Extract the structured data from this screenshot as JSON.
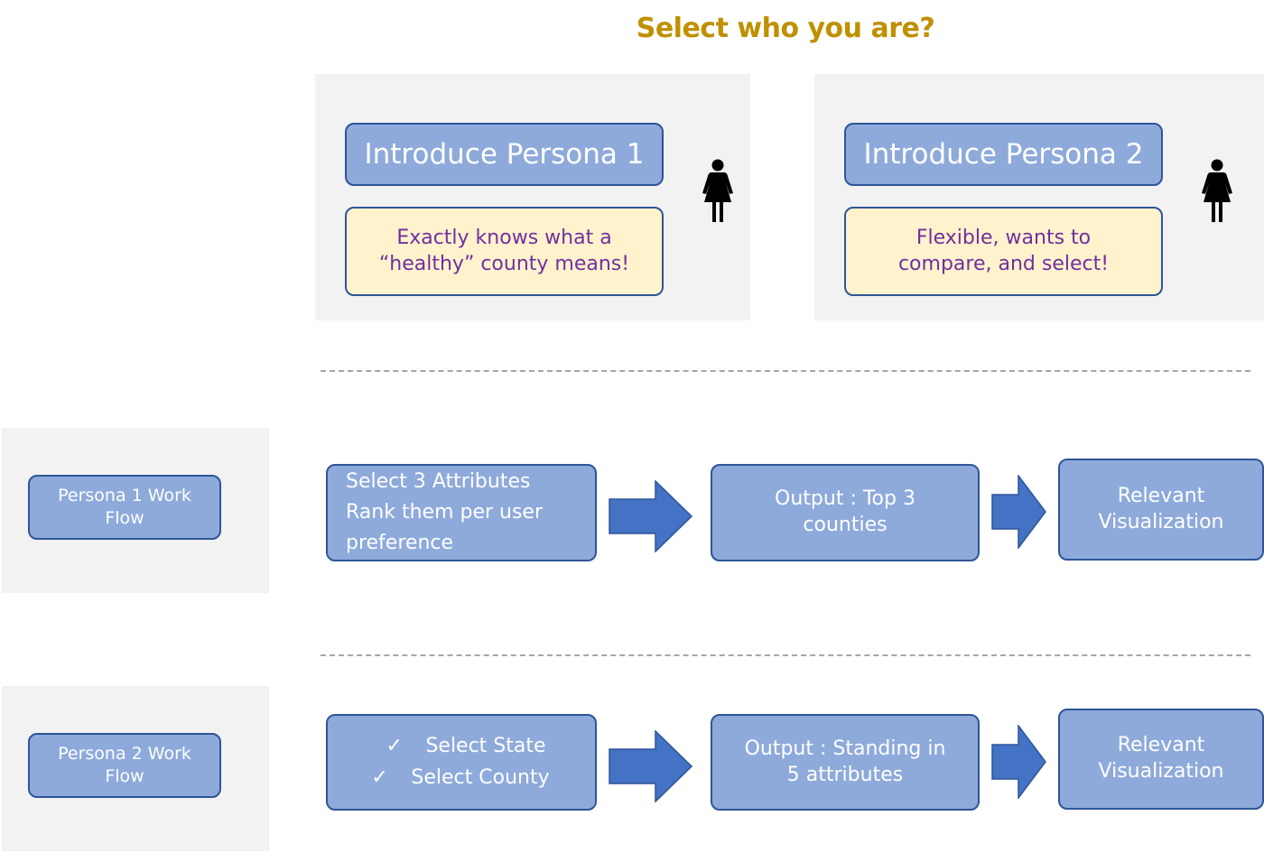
{
  "header": {
    "title": "Select who you are?"
  },
  "personas": [
    {
      "title": "Introduce Persona 1",
      "description_lines": [
        "Exactly knows what a",
        "“healthy” county means!"
      ],
      "icon": "woman-icon"
    },
    {
      "title": "Introduce Persona 2",
      "description_lines": [
        "Flexible, wants to",
        "compare, and select!"
      ],
      "icon": "woman-icon"
    }
  ],
  "workflows": [
    {
      "label_lines": [
        "Persona 1 Work",
        "Flow"
      ],
      "step1_lines": [
        "Select 3 Attributes",
        "Rank them per user",
        "preference"
      ],
      "step2_lines": [
        "Output : Top 3",
        "counties"
      ],
      "step3_lines": [
        "Relevant",
        "Visualization"
      ]
    },
    {
      "label_lines": [
        "Persona 2 Work",
        "Flow"
      ],
      "step1_checks": [
        {
          "mark": "✓",
          "text": "Select State"
        },
        {
          "mark": "✓",
          "text": "Select County"
        }
      ],
      "step2_lines": [
        "Output : Standing in",
        "5 attributes"
      ],
      "step3_lines": [
        "Relevant",
        "Visualization"
      ]
    }
  ],
  "colors": {
    "title": "#bf9000",
    "box_fill": "#8eaadb",
    "box_border": "#2f5597",
    "desc_fill": "#fff2cc",
    "desc_text": "#7030a0",
    "arrow": "#4472c4",
    "panel": "#f2f2f2"
  }
}
